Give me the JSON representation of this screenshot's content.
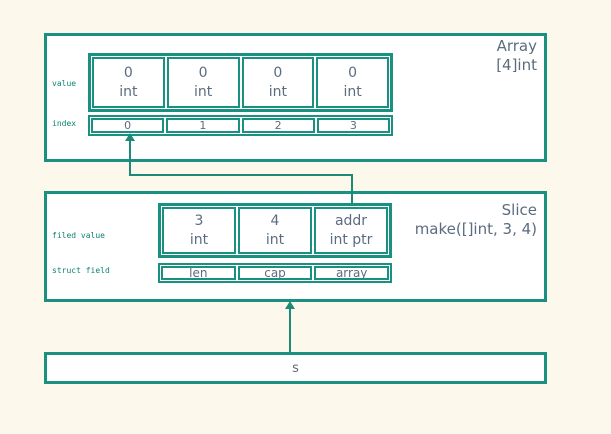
{
  "colors": {
    "background": "#fcf8ec",
    "box_fill": "#ffffff",
    "border_teal": "#1a9180",
    "connector_teal": "#1b8a76",
    "value_text": "#5b6c80",
    "label_teal": "#0e8372"
  },
  "array_box": {
    "title_line1": "Array",
    "title_line2": "[4]int",
    "row_labels": {
      "value": "value",
      "index": "index"
    },
    "cells": [
      {
        "value": "0",
        "type": "int"
      },
      {
        "value": "0",
        "type": "int"
      },
      {
        "value": "0",
        "type": "int"
      },
      {
        "value": "0",
        "type": "int"
      }
    ],
    "indexes": [
      "0",
      "1",
      "2",
      "3"
    ]
  },
  "slice_box": {
    "title_line1": "Slice",
    "title_line2": "make([]int, 3, 4)",
    "row_labels": {
      "field_value": "filed value",
      "struct_field": "struct field"
    },
    "cells": [
      {
        "value": "3",
        "type": "int"
      },
      {
        "value": "4",
        "type": "int"
      },
      {
        "value": "addr",
        "type": "int ptr"
      }
    ],
    "fields": [
      "len",
      "cap",
      "array"
    ]
  },
  "s_box": {
    "label": "s"
  }
}
